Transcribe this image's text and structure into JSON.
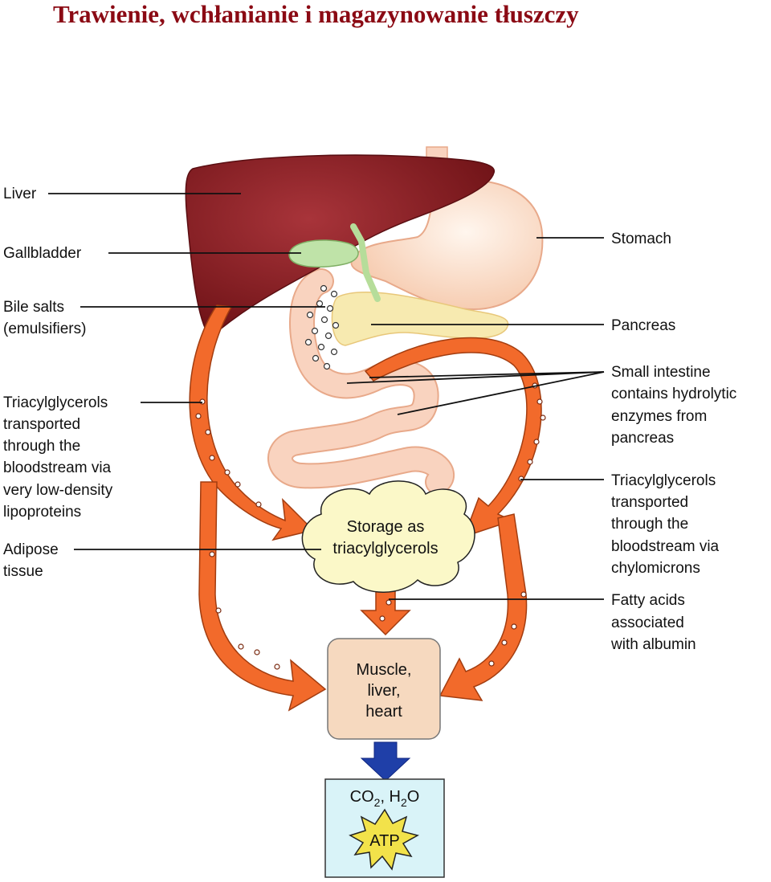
{
  "title": "Trawienie, wchłanianie i magazynowanie tłuszczy",
  "labels": {
    "liver": "Liver",
    "gallbladder": "Gallbladder",
    "bile_1": "Bile salts",
    "bile_2": "(emulsifiers)",
    "vldl": [
      "Triacylglycerols",
      "transported",
      "through the",
      "bloodstream via",
      "very low-density",
      "lipoproteins"
    ],
    "adipose": [
      "Adipose",
      "tissue"
    ],
    "stomach": "Stomach",
    "pancreas": "Pancreas",
    "small_intestine": [
      "Small intestine",
      "contains hydrolytic",
      "enzymes from",
      "pancreas"
    ],
    "chylo": [
      "Triacylglycerols",
      "transported",
      "through the",
      "bloodstream via",
      "chylomicrons"
    ],
    "fatty_acids": [
      "Fatty acids",
      "associated",
      "with albumin"
    ]
  },
  "boxes": {
    "storage": [
      "Storage as",
      "triacylglycerols"
    ],
    "muscle": [
      "Muscle,",
      "liver,",
      "heart"
    ],
    "co2_h2o": {
      "co": "CO",
      "sub2": "2",
      "mid": ", H",
      "sub2b": "2",
      "o": "O"
    },
    "atp": "ATP"
  },
  "colors": {
    "title": "#8b0a14",
    "liver": "#8a1b1f",
    "gallbladder": "#bfe3a8",
    "stomach": "#f8d7c0",
    "pancreas": "#f7eab0",
    "intestine": "#f9d3bf",
    "arrow": "#f26a2b",
    "storage_cloud": "#fbf8c8",
    "muscle_box": "#f6d9bf",
    "co2_box": "#d9f3f8",
    "atp_star": "#f2e24a",
    "down_arrow": "#1f3fa8"
  }
}
